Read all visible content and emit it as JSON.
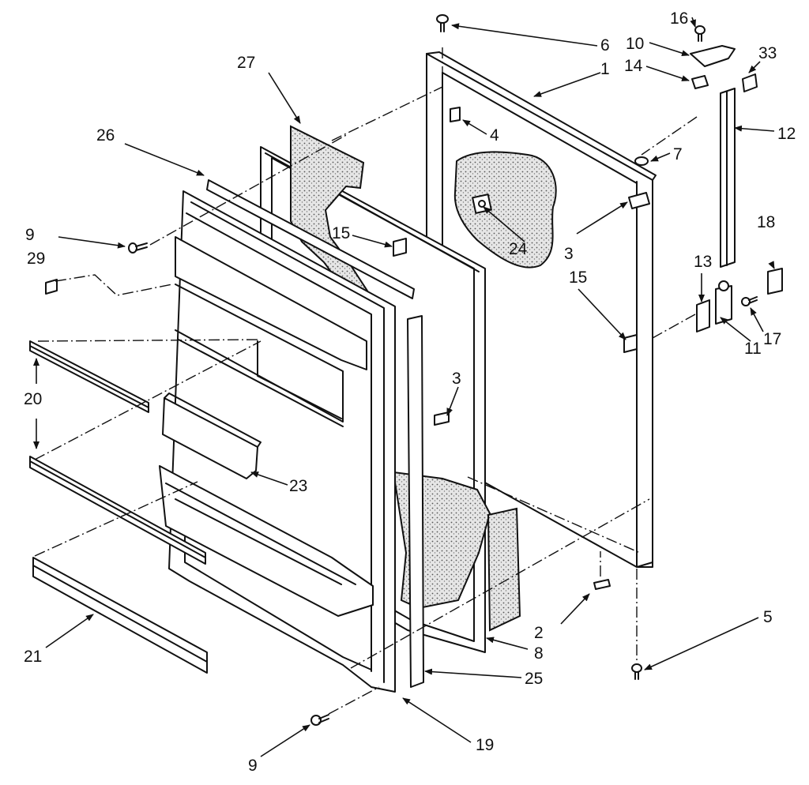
{
  "callouts": [
    {
      "id": "c1",
      "text": "1"
    },
    {
      "id": "c2",
      "text": "2"
    },
    {
      "id": "c3a",
      "text": "3"
    },
    {
      "id": "c3b",
      "text": "3"
    },
    {
      "id": "c4",
      "text": "4"
    },
    {
      "id": "c5",
      "text": "5"
    },
    {
      "id": "c6",
      "text": "6"
    },
    {
      "id": "c7",
      "text": "7"
    },
    {
      "id": "c8",
      "text": "8"
    },
    {
      "id": "c9a",
      "text": "9"
    },
    {
      "id": "c9b",
      "text": "9"
    },
    {
      "id": "c10",
      "text": "10"
    },
    {
      "id": "c11",
      "text": "11"
    },
    {
      "id": "c12",
      "text": "12"
    },
    {
      "id": "c13",
      "text": "13"
    },
    {
      "id": "c14",
      "text": "14"
    },
    {
      "id": "c15a",
      "text": "15"
    },
    {
      "id": "c15b",
      "text": "15"
    },
    {
      "id": "c16",
      "text": "16"
    },
    {
      "id": "c17",
      "text": "17"
    },
    {
      "id": "c18",
      "text": "18"
    },
    {
      "id": "c19",
      "text": "19"
    },
    {
      "id": "c20",
      "text": "20"
    },
    {
      "id": "c21",
      "text": "21"
    },
    {
      "id": "c23",
      "text": "23"
    },
    {
      "id": "c24",
      "text": "24"
    },
    {
      "id": "c25",
      "text": "25"
    },
    {
      "id": "c26",
      "text": "26"
    },
    {
      "id": "c27",
      "text": "27"
    },
    {
      "id": "c29",
      "text": "29"
    },
    {
      "id": "c33",
      "text": "33"
    }
  ]
}
